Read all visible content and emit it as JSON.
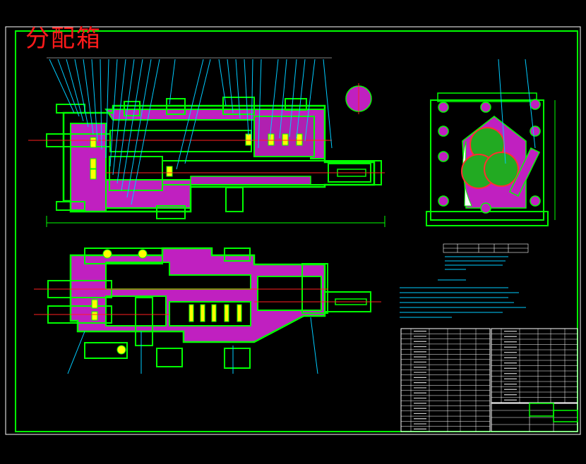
{
  "drawing": {
    "title": "分配箱",
    "colors": {
      "background": "#000000",
      "outline": "#00ff00",
      "section_hatch": "#c020c0",
      "centerline": "#ff2020",
      "leader": "#00ccff",
      "gear": "#ff3030",
      "annotation": "#ffffff",
      "title_text": "#ff1a1a"
    },
    "views": [
      "front-section-view",
      "side-view",
      "plan-section-view",
      "technical-requirements",
      "parts-list",
      "title-block"
    ],
    "parts_list": {
      "left_rows": 20,
      "right_rows": 14
    }
  }
}
